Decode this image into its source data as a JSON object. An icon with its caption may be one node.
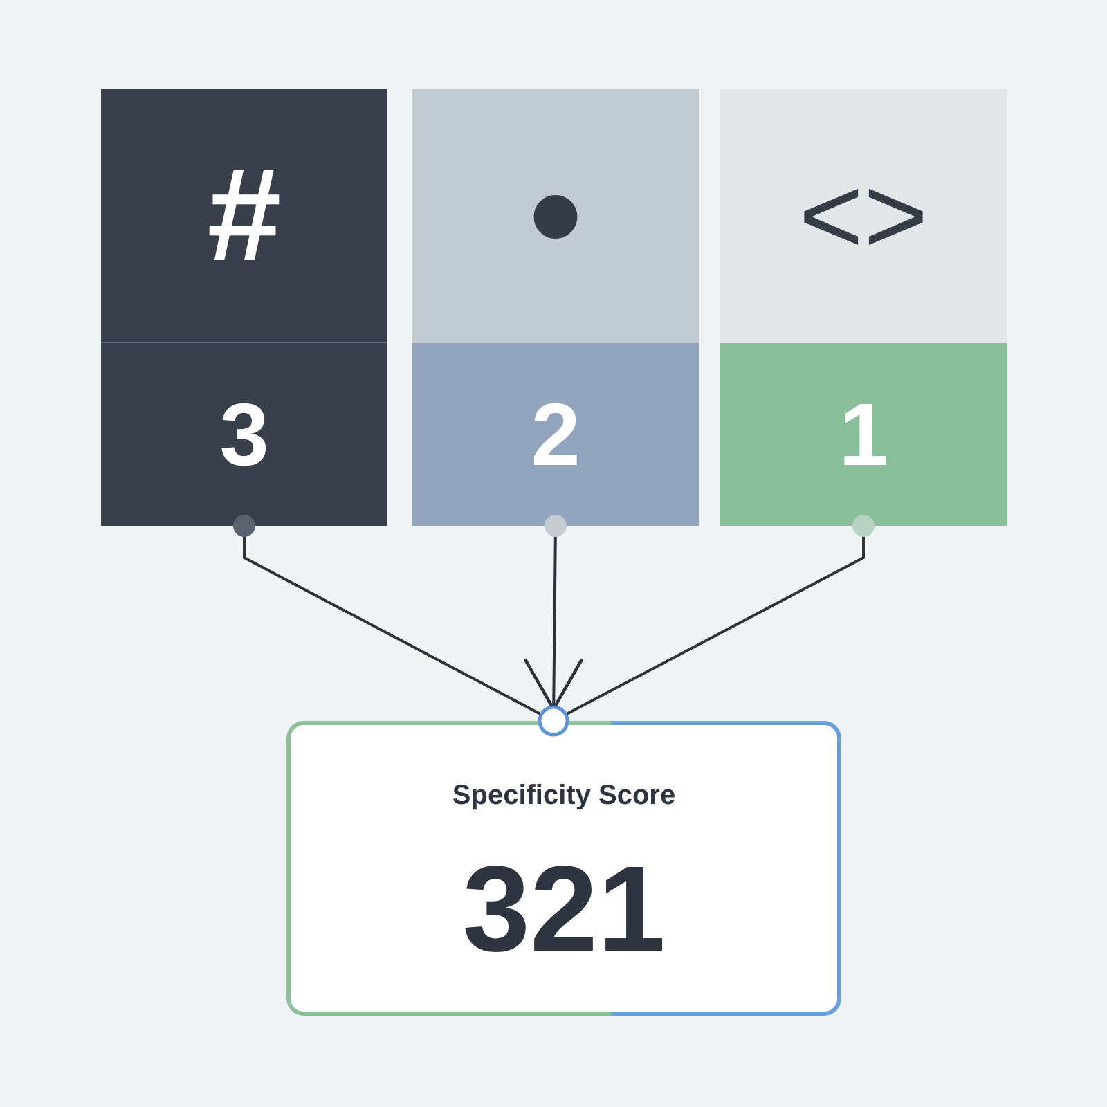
{
  "diagram": {
    "nodes": [
      {
        "text": [
          "#"
        ]
      },
      {
        "text": [
          "•"
        ]
      },
      {
        "text": [
          "<>"
        ]
      },
      {
        "text": [
          "3"
        ]
      },
      {
        "text": [
          "2"
        ]
      },
      {
        "text": [
          "1"
        ]
      },
      {
        "text": [
          "Specificity Score",
          "321"
        ]
      }
    ],
    "edges": [
      {
        "from": 3,
        "to": 6,
        "arrow": "to"
      },
      {
        "from": 4,
        "to": 6,
        "arrow": "to"
      },
      {
        "from": 5,
        "to": 6,
        "arrow": "to"
      }
    ]
  }
}
